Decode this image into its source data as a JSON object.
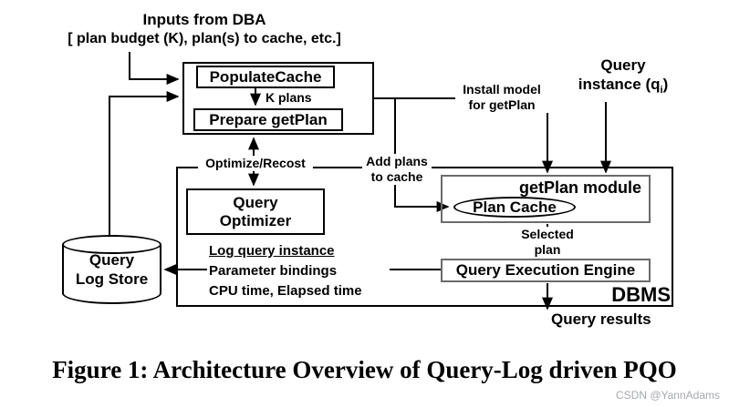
{
  "inputs": {
    "title": "Inputs from DBA",
    "detail": "[ plan budget (K), plan(s) to cache, etc.]"
  },
  "populate_module": {
    "populate_cache_label": "PopulateCache",
    "k_plans_label": "K plans",
    "prepare_getplan_label": "Prepare getPlan"
  },
  "query_instance": {
    "line1": "Query",
    "pre": "instance (q",
    "sub": "i",
    "post": ")"
  },
  "edge_labels": {
    "install_model_line1": "Install model",
    "install_model_line2": "for getPlan",
    "add_plans_line1": "Add plans",
    "add_plans_line2": "to cache",
    "optimize_recost": "Optimize/Recost",
    "selected_plan": "Selected plan",
    "query_results": "Query results"
  },
  "dbms": {
    "label": "DBMS",
    "query_optimizer_line1": "Query",
    "query_optimizer_line2": "Optimizer",
    "getplan_module_title": "getPlan module",
    "plan_cache": "Plan Cache",
    "query_execution_engine": "Query Execution Engine"
  },
  "log_store": {
    "line1": "Query",
    "line2": "Log Store"
  },
  "log_arrow_labels": {
    "line1": "Log query instance",
    "line2": "Parameter bindings",
    "line3": "CPU time, Elapsed time"
  },
  "caption": "Figure 1: Architecture Overview of Query-Log driven PQO",
  "watermark": "CSDN @YannAdams",
  "colors": {
    "line": "#000000",
    "module_border": "#6b6b6b",
    "watermark": "#a6a9ad"
  }
}
